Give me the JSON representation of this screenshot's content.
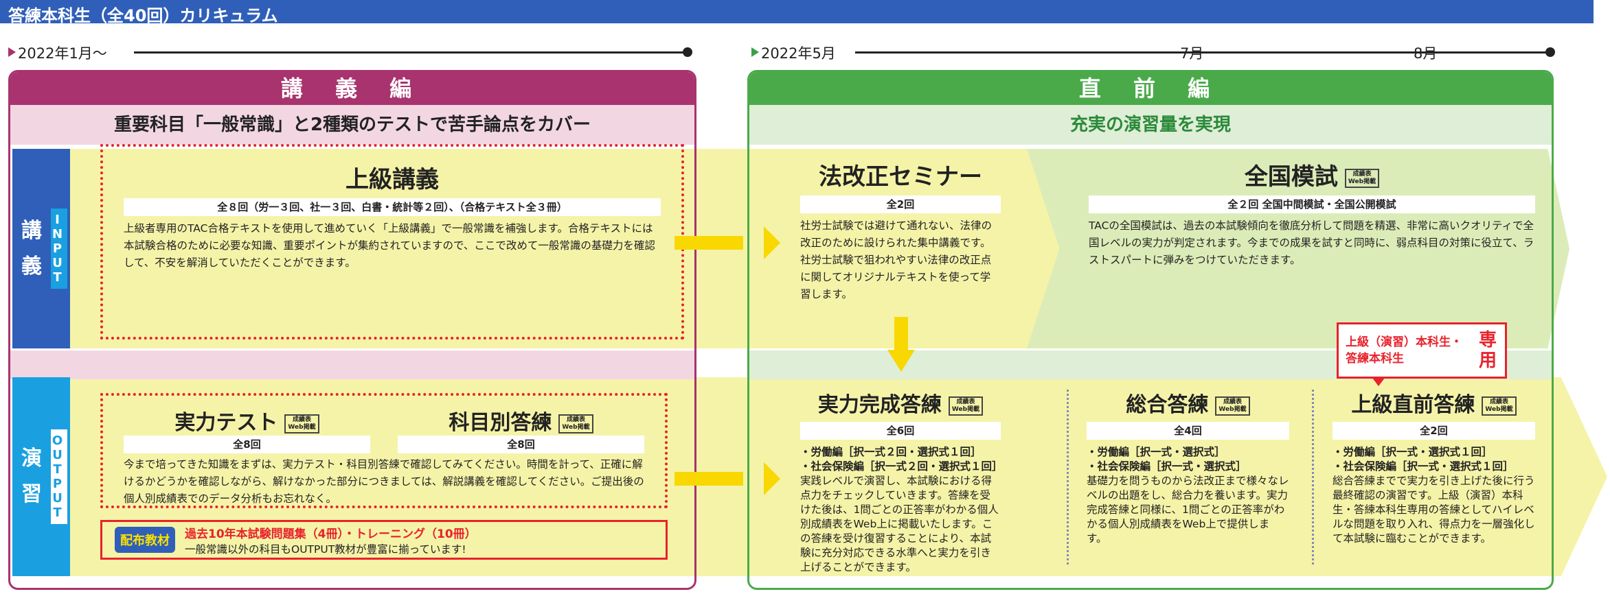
{
  "title": "答練本科生（全40回）カリキュラム",
  "timeline": {
    "start": "2022年1月～",
    "may": "2022年5月",
    "jul": "7月",
    "aug": "8月"
  },
  "left": {
    "header": "講 義 編",
    "subheader": "重要科目「一般常識」と2種類のテストで苦手論点をカバー"
  },
  "right": {
    "header": "直 前 編",
    "subheader": "充実の演習量を実現"
  },
  "rows": {
    "input": {
      "label": "講義",
      "tag": "INPUT"
    },
    "output": {
      "label": "演習",
      "tag": "OUTPUT"
    }
  },
  "badge": {
    "l1": "成績表",
    "l2": "Web掲載"
  },
  "jokyu": {
    "title": "上級講義",
    "count": "全８回（労一３回、社一３回、白書・統計等２回）、（合格テキスト全３冊）",
    "text": "上級者専用のTAC合格テキストを使用して進めていく「上級講義」で一般常識を補強します。合格テキストには本試験合格のために必要な知識、重要ポイントが集約されていますので、ここで改めて一般常識の基礎力を確認して、不安を解消していただくことができます。"
  },
  "jitsuryoku_test": {
    "title": "実力テスト",
    "count": "全8回"
  },
  "kamoku": {
    "title": "科目別答練",
    "count": "全8回",
    "text": "今まで培ってきた知識をまずは、実力テスト・科目別答練で確認してみてください。時間を計って、正確に解けるかどうかを確認しながら、解けなかった部分につきましては、解説講義を確認してください。ご提出後の個人別成績表でのデータ分析もお忘れなく。"
  },
  "materials": {
    "tag": "配布教材",
    "title": "過去10年本試験問題集（4冊）・トレーニング（10冊）",
    "text": "一般常識以外の科目もOUTPUT教材が豊富に揃っています!"
  },
  "hokaisei": {
    "title": "法改正セミナー",
    "count": "全2回",
    "text": "社労士試験では避けて通れない、法律の改正のために設けられた集中講義です。社労士試験で狙われやすい法律の改正点に関してオリジナルテキストを使って学習します。"
  },
  "moshi": {
    "title": "全国模試",
    "count": "全２回 全国中間模試・全国公開模試",
    "text": "TACの全国模試は、過去の本試験傾向を徹底分析して問題を精選、非常に高いクオリティで全国レベルの実力が判定されます。今までの成果を試すと同時に、弱点科目の対策に役立て、ラストスパートに弾みをつけていただきます。"
  },
  "kansei": {
    "title": "実力完成答練",
    "count": "全6回",
    "b1": "・労働編［択一式２回・選択式１回］",
    "b2": "・社会保険編［択一式２回・選択式１回］",
    "text": "実践レベルで演習し、本試験における得点力をチェックしていきます。答練を受けた後は、1問ごとの正答率がわかる個人別成績表をWeb上に掲載いたします。この答練を受け復習することにより、本試験に充分対応できる水準へと実力を引き上げることができます。"
  },
  "sogo": {
    "title": "総合答練",
    "count": "全4回",
    "b1": "・労働編［択一式・選択式］",
    "b2": "・社会保険編［択一式・選択式］",
    "text": "基礎力を問うものから法改正まで様々なレベルの出題をし、総合力を養います。実力完成答練と同様に、1問ごとの正答率がわかる個人別成績表をWeb上で提供します。"
  },
  "chokuzen": {
    "title": "上級直前答練",
    "count": "全2回",
    "b1": "・労働編［択一式・選択式１回］",
    "b2": "・社会保険編［択一式・選択式１回］",
    "text": "総合答練までで実力を引き上げた後に行う最終確認の演習です。上級（演習）本科生・答練本科生専用の答練としてハイレベルな問題を取り入れ、得点力を一層強化して本試験に臨むことができます。",
    "callout1": "上級（演習）本科生・",
    "callout2": "答練本科生",
    "callout3": "専用"
  },
  "colors": {
    "title": "#2f5fb8",
    "purple": "#a8336e",
    "green": "#4aaa4a",
    "yellow": "#f9d700",
    "red": "#e8222c"
  }
}
